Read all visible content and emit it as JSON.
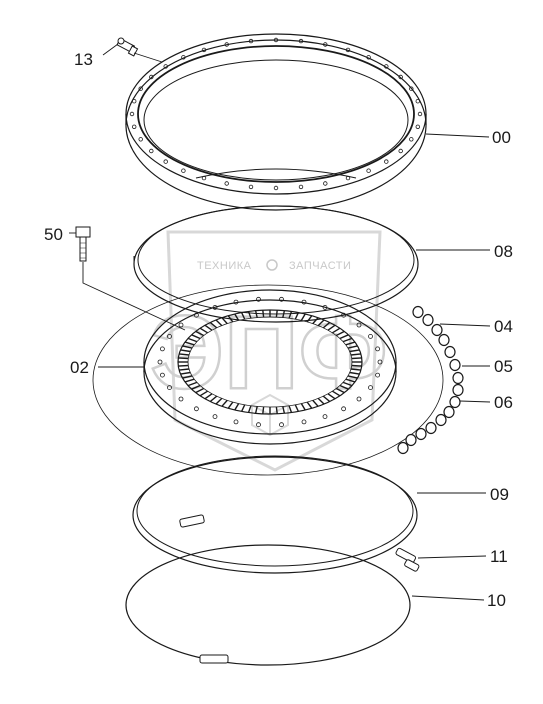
{
  "watermark": {
    "top_text": "ТЕХНИКА",
    "right_text": "ЗАПЧАСТИ",
    "big_text": "ЭПФ",
    "color": "#c8c8c8"
  },
  "callouts": [
    {
      "id": "13",
      "label": "13"
    },
    {
      "id": "00",
      "label": "00"
    },
    {
      "id": "50",
      "label": "50"
    },
    {
      "id": "08",
      "label": "08"
    },
    {
      "id": "04",
      "label": "04"
    },
    {
      "id": "02",
      "label": "02"
    },
    {
      "id": "05",
      "label": "05"
    },
    {
      "id": "06",
      "label": "06"
    },
    {
      "id": "09",
      "label": "09"
    },
    {
      "id": "11",
      "label": "11"
    },
    {
      "id": "10",
      "label": "10"
    }
  ],
  "parts": [
    {
      "id": "00",
      "name": "outer-ring"
    },
    {
      "id": "02",
      "name": "inner-gear-ring"
    },
    {
      "id": "04",
      "name": "ball"
    },
    {
      "id": "05",
      "name": "spacer"
    },
    {
      "id": "06",
      "name": "spacer"
    },
    {
      "id": "08",
      "name": "seal"
    },
    {
      "id": "09",
      "name": "seal"
    },
    {
      "id": "10",
      "name": "seal"
    },
    {
      "id": "11",
      "name": "pin"
    },
    {
      "id": "13",
      "name": "grease-nipple"
    },
    {
      "id": "50",
      "name": "bolt"
    }
  ]
}
